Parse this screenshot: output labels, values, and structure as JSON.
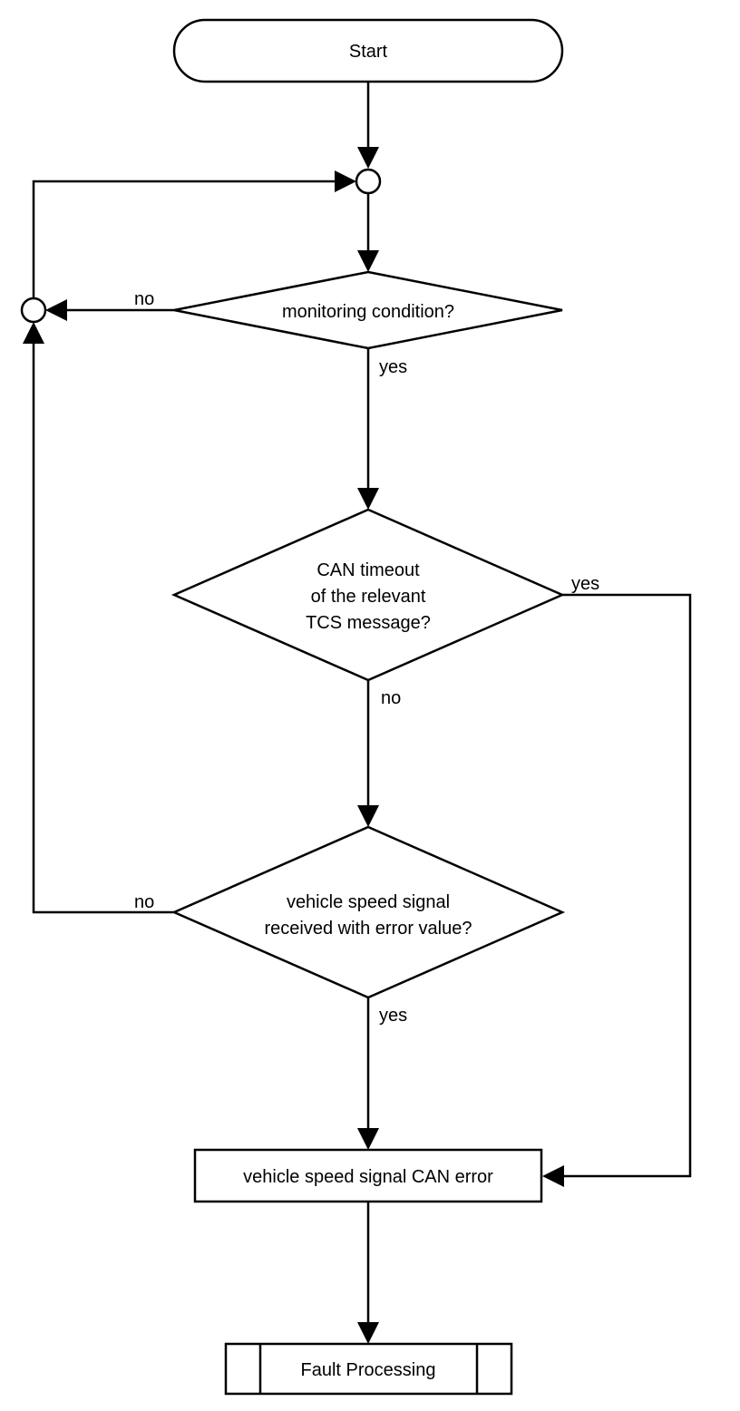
{
  "nodes": {
    "start": "Start",
    "monitoring": "monitoring condition?",
    "can_timeout": [
      "CAN timeout",
      "of the relevant",
      "TCS message?"
    ],
    "speed_signal": [
      "vehicle speed signal",
      "received with error value?"
    ],
    "can_error": "vehicle speed signal CAN error",
    "fault_processing": "Fault Processing"
  },
  "edges": {
    "monitoring_no": "no",
    "monitoring_yes": "yes",
    "timeout_yes": "yes",
    "timeout_no": "no",
    "speed_no": "no",
    "speed_yes": "yes"
  }
}
